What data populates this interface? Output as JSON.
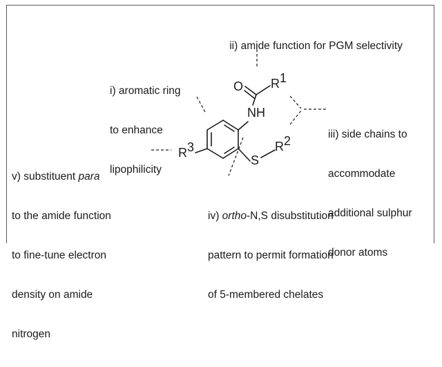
{
  "annotations": {
    "ring": [
      "i) aromatic ring",
      "to enhance",
      "lipophilicity"
    ],
    "amide": [
      "ii) amide function for PGM selectivity"
    ],
    "chains": [
      "iii) side chains to",
      "accommodate",
      "additional sulphur",
      "donor atoms"
    ],
    "ortho": {
      "line1_italic": "ortho",
      "line1_rest": "-N,S disubstitution",
      "line1_prefix": "iv) ",
      "line2": "pattern to permit formation",
      "line3": "of 5-membered chelates"
    },
    "para": {
      "line1_prefix": "v) substituent ",
      "line1_italic": "para",
      "lines": [
        "to the amide function",
        "to fine-tune electron",
        "density on amide",
        "nitrogen"
      ]
    }
  },
  "structure": {
    "atoms": {
      "O": "O",
      "R1": "R",
      "R1_sup": "1",
      "NH": "NH",
      "S": "S",
      "R2": "R",
      "R2_sup": "2",
      "R3": "R",
      "R3_sup": "3"
    }
  },
  "colors": {
    "ink": "#1a1a1a",
    "frame": "#5a5a5a",
    "background": "#ffffff"
  }
}
